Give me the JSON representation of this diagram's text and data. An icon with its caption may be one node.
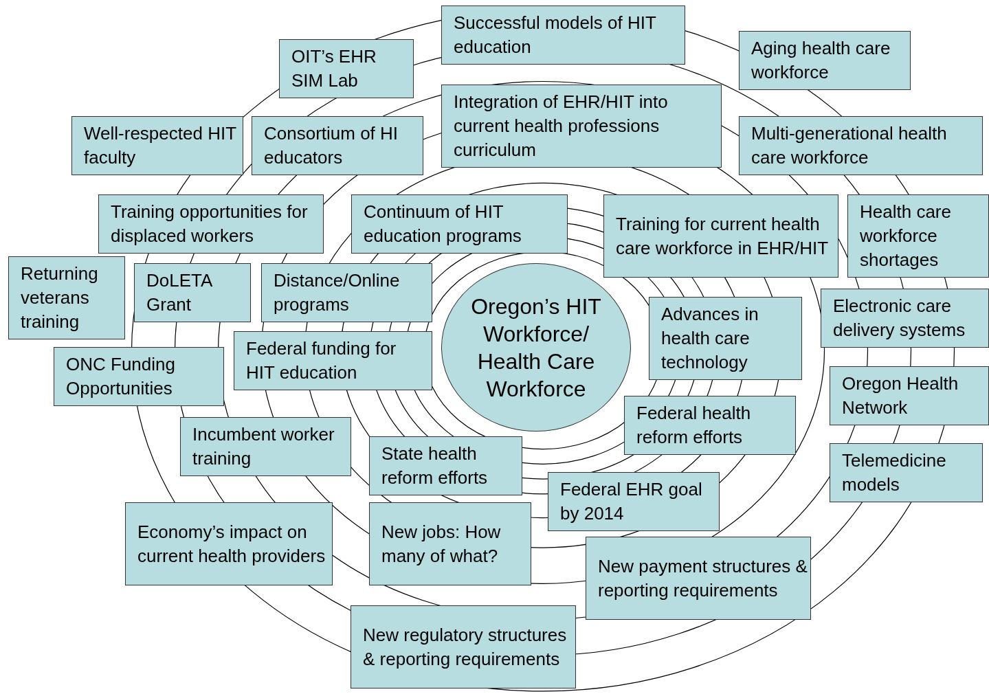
{
  "diagram": {
    "nodes": [
      {
        "text": [
          "Oregon’s HIT Workforce/ Health Care Workforce"
        ]
      },
      {
        "text": [
          "Successful models of HIT education"
        ]
      },
      {
        "text": [
          "Aging health care workforce"
        ]
      },
      {
        "text": [
          "OIT’s EHR SIM Lab"
        ]
      },
      {
        "text": [
          "Integration of EHR/HIT into current health professions curriculum"
        ]
      },
      {
        "text": [
          "Well-respected HIT faculty"
        ]
      },
      {
        "text": [
          "Consortium of HI educators"
        ]
      },
      {
        "text": [
          "Multi-generational health care workforce"
        ]
      },
      {
        "text": [
          "Training opportunities for displaced workers"
        ]
      },
      {
        "text": [
          "Continuum of HIT education programs"
        ]
      },
      {
        "text": [
          "Training for current health care workforce in EHR/HIT"
        ]
      },
      {
        "text": [
          "Health care workforce shortages"
        ]
      },
      {
        "text": [
          "Returning veterans training"
        ]
      },
      {
        "text": [
          "DoLETA Grant"
        ]
      },
      {
        "text": [
          "Distance/Online programs"
        ]
      },
      {
        "text": [
          "Advances in health care technology"
        ]
      },
      {
        "text": [
          "Electronic care delivery systems"
        ]
      },
      {
        "text": [
          "Federal funding for HIT education"
        ]
      },
      {
        "text": [
          "ONC Funding Opportunities"
        ]
      },
      {
        "text": [
          "Oregon Health Network"
        ]
      },
      {
        "text": [
          "Federal health reform efforts"
        ]
      },
      {
        "text": [
          "Incumbent worker training"
        ]
      },
      {
        "text": [
          "State health reform efforts"
        ]
      },
      {
        "text": [
          "Telemedicine models"
        ]
      },
      {
        "text": [
          "Federal EHR goal by 2014"
        ]
      },
      {
        "text": [
          "Economy’s impact on current health providers"
        ]
      },
      {
        "text": [
          "New jobs: How many of what?"
        ]
      },
      {
        "text": [
          "New payment structures & reporting requirements"
        ]
      },
      {
        "text": [
          "New regulatory structures & reporting requirements"
        ]
      }
    ]
  }
}
